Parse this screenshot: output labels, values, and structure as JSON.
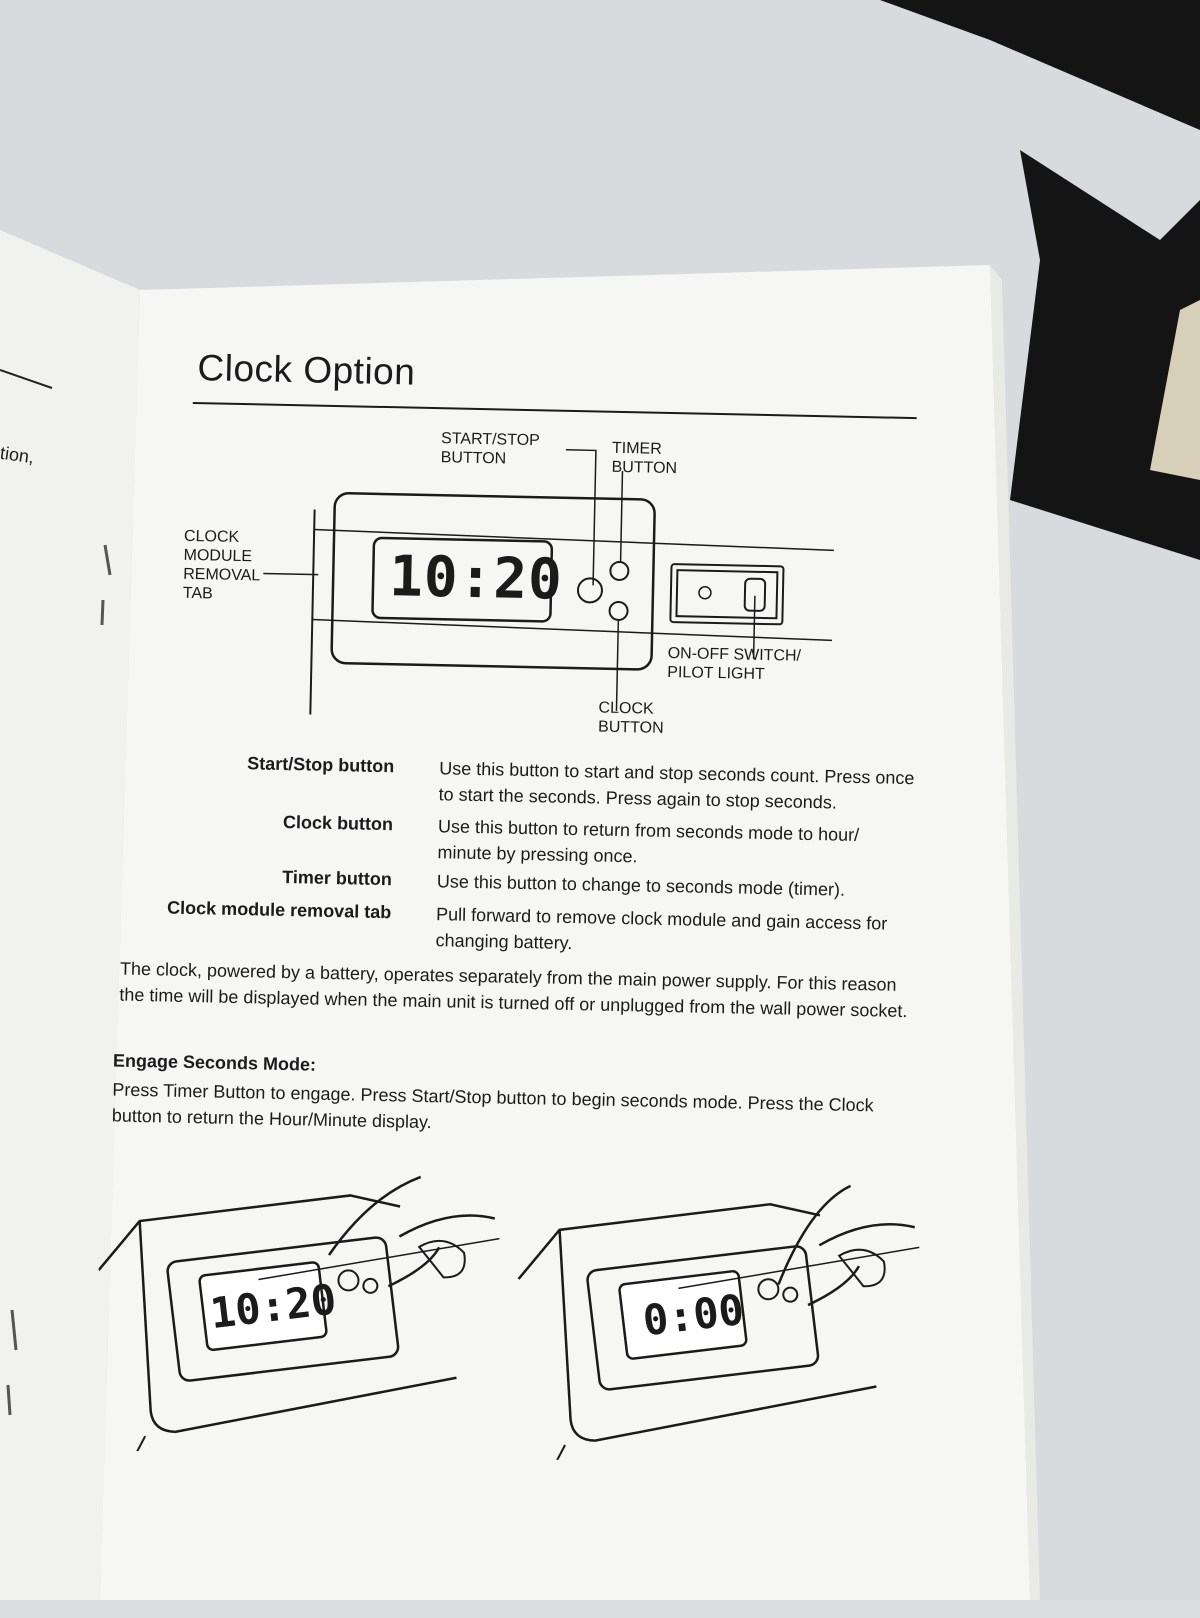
{
  "page_title": "Clock Option",
  "left_page_fragment": "tion,",
  "diagram": {
    "lcd_time": "10:20",
    "labels": {
      "start_stop": [
        "START/STOP",
        "BUTTON"
      ],
      "timer": [
        "TIMER",
        "BUTTON"
      ],
      "clock_module_tab": [
        "CLOCK",
        "MODULE",
        "REMOVAL",
        "TAB"
      ],
      "on_off": [
        "ON-OFF SWITCH/",
        "PILOT LIGHT"
      ],
      "clock": [
        "CLOCK",
        "BUTTON"
      ]
    }
  },
  "definitions": [
    {
      "term": "Start/Stop button",
      "desc": "Use this button to start and stop seconds count. Press once to start the seconds. Press again to stop seconds."
    },
    {
      "term": "Clock button",
      "desc": "Use this button to return from seconds mode to hour/ minute by pressing once."
    },
    {
      "term": "Timer button",
      "desc": "Use this button to change to seconds mode (timer)."
    },
    {
      "term": "Clock module removal tab",
      "desc": "Pull forward to remove clock module and gain access for changing battery."
    }
  ],
  "paragraph": "The clock, powered by a battery, operates separately from the main power supply. For this reason the time will be displayed when the main unit is turned off or unplugged from the wall power socket.",
  "seconds_mode": {
    "heading": "Engage Seconds Mode:",
    "body": "Press Timer Button to engage. Press Start/Stop button to begin seconds mode. Press the Clock button to return the Hour/Minute display."
  },
  "illustrations": [
    {
      "lcd": "10:20"
    },
    {
      "lcd": "0:00"
    }
  ]
}
